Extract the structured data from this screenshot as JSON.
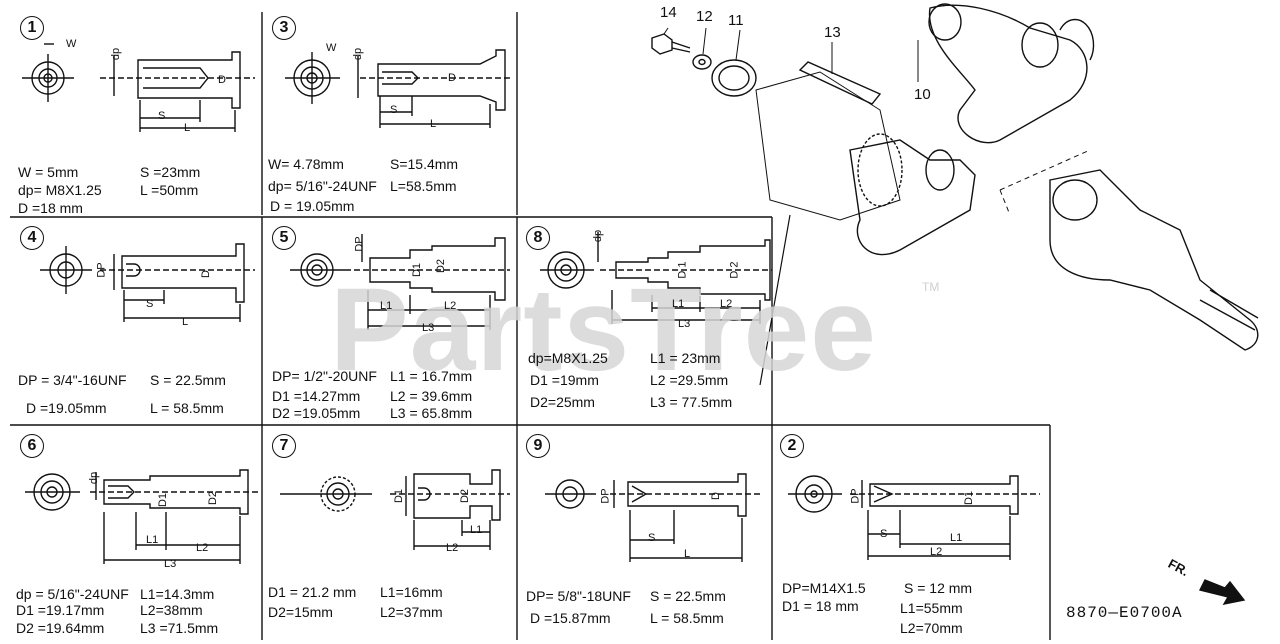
{
  "watermark": {
    "text": "PartsTree",
    "tm": "TM"
  },
  "diagram_code": "8870—E0700A",
  "front_label": "FR.",
  "callouts": [
    {
      "id": "c14",
      "text": "14"
    },
    {
      "id": "c12",
      "text": "12"
    },
    {
      "id": "c11",
      "text": "11"
    },
    {
      "id": "c13",
      "text": "13"
    },
    {
      "id": "c10",
      "text": "10"
    }
  ],
  "panels": [
    {
      "num": "1",
      "dims": {
        "w": "W",
        "dp": "dp",
        "d": "D",
        "s": "S",
        "l": "L"
      },
      "specs": [
        "W = 5mm",
        "S =23mm",
        "dp= M8X1.25",
        "L =50mm",
        "D =18 mm"
      ]
    },
    {
      "num": "3",
      "dims": {
        "w": "W",
        "dp": "dp",
        "d": "D",
        "s": "S",
        "l": "L"
      },
      "specs": [
        "W= 4.78mm",
        "S=15.4mm",
        "dp= 5/16\"-24UNF",
        "L=58.5mm",
        "D = 19.05mm"
      ]
    },
    {
      "num": "4",
      "dims": {
        "dp": "DP",
        "d": "D",
        "s": "S",
        "l": "L"
      },
      "specs": [
        "DP = 3/4\"-16UNF",
        "S = 22.5mm",
        "D =19.05mm",
        "L = 58.5mm"
      ]
    },
    {
      "num": "5",
      "dims": {
        "dp": "DP",
        "d1": "D1",
        "d2": "D2",
        "l1": "L1",
        "l2": "L2",
        "l3": "L3"
      },
      "specs": [
        "DP= 1/2\"-20UNF",
        "L1 = 16.7mm",
        "D1 =14.27mm",
        "L2 = 39.6mm",
        "D2 =19.05mm",
        "L3 = 65.8mm"
      ]
    },
    {
      "num": "8",
      "dims": {
        "dp": "dp",
        "d1": "D 1",
        "d2": "D 2",
        "l1": "L1",
        "l2": "L2",
        "l3": "L3"
      },
      "specs": [
        "dp=M8X1.25",
        "L1 = 23mm",
        "D1 =19mm",
        "L2 =29.5mm",
        "D2=25mm",
        "L3 = 77.5mm"
      ]
    },
    {
      "num": "6",
      "dims": {
        "dp": "dp",
        "d1": "D1",
        "d2": "D2",
        "l1": "L1",
        "l2": "L2",
        "l3": "L3"
      },
      "specs": [
        "dp = 5/16\"-24UNF",
        "L1=14.3mm",
        "D1 =19.17mm",
        "L2=38mm",
        "D2 =19.64mm",
        "L3 =71.5mm"
      ]
    },
    {
      "num": "7",
      "dims": {
        "d1": "D1",
        "d2": "D2",
        "l1": "L1",
        "l2": "L2"
      },
      "specs": [
        "D1 = 21.2 mm",
        "L1=16mm",
        "D2=15mm",
        "L2=37mm"
      ]
    },
    {
      "num": "9",
      "dims": {
        "dp": "DP",
        "d": "D",
        "s": "S",
        "l": "L"
      },
      "specs": [
        "DP= 5/8\"-18UNF",
        "S = 22.5mm",
        "D =15.87mm",
        "L = 58.5mm"
      ]
    },
    {
      "num": "2",
      "dims": {
        "dp": "DP",
        "d1": "D1",
        "s": "S",
        "l1": "L1",
        "l2": "L2"
      },
      "specs": [
        "DP=M14X1.5",
        "S = 12 mm",
        "D1 = 18 mm",
        "L1=55mm",
        "L2=70mm"
      ]
    }
  ]
}
